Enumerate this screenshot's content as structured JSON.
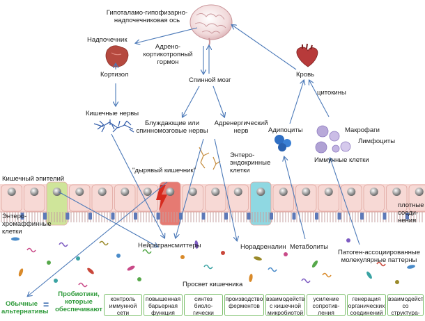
{
  "labels": {
    "hpa_axis": "Гипоталамо-гипофизарно-\nнадпочечниковая ось",
    "adrenal": "Надпочечник",
    "acth": "Адрено-\nкортикотропный\nгормон",
    "cortisol": "Кортизол",
    "spinal_cord": "Спинной мозг",
    "blood": "Кровь",
    "cytokines": "цитокины",
    "enteric_nerves": "Кишечные нервы",
    "vagal_nerves": "Блуждающие или\nспинномозговые нервы",
    "adrenergic_nerve": "Адренергический\nнерв",
    "adipocytes": "Адипоциты",
    "macrophages": "Макрофаги",
    "lymphocytes": "Лимфоциты",
    "immune_cells": "Иммунные клетки",
    "leaky_gut": "\"дырявый кишечник\"",
    "intestinal_epithelium": "Кишечный эпителий",
    "enteroendocrine": "Энтеро-\nэндокринные\nклетки",
    "enterochromaffin": "Энтеро-\nхромаффинные\nклетки",
    "tight_junctions": "плотные\nсоеди-\nнения",
    "neurotransmitters": "Нейротрансмиттеры",
    "noradrenaline": "Норадреналин",
    "metabolites": "Метаболиты",
    "pamps": "Патоген-ассоциированные\nмолекулярные паттерны",
    "gut_lumen": "Просвет кишечника",
    "usual_alternatives": "Обычные\nальтернативы",
    "equals": "=",
    "probiotics": "Пробиотики,\nкоторые\nобеспечивают"
  },
  "benefits": [
    "контроль\nиммунной\nсети",
    "повышенная\nбарьерная\nфункция",
    "синтез биоло-\nгически актив-\nных молекул",
    "производство\nферментов",
    "взаимодейств.\nс кишечной\nмикробиотой",
    "усиление\nсопротив-\nления",
    "генерация\nорганических\nсоединений",
    "взаимодейств.\nсо структура-\nми кишечника"
  ],
  "colors": {
    "epithelium": "#f7d9d5",
    "enterochromaffin": "#cfe59a",
    "enteroendocrine": "#8fd8e2",
    "leaky_cell": "#e67a72",
    "arrow": "#4b79b8",
    "benefit_border": "#7bbf6a",
    "green_text": "#2e9a3a"
  }
}
